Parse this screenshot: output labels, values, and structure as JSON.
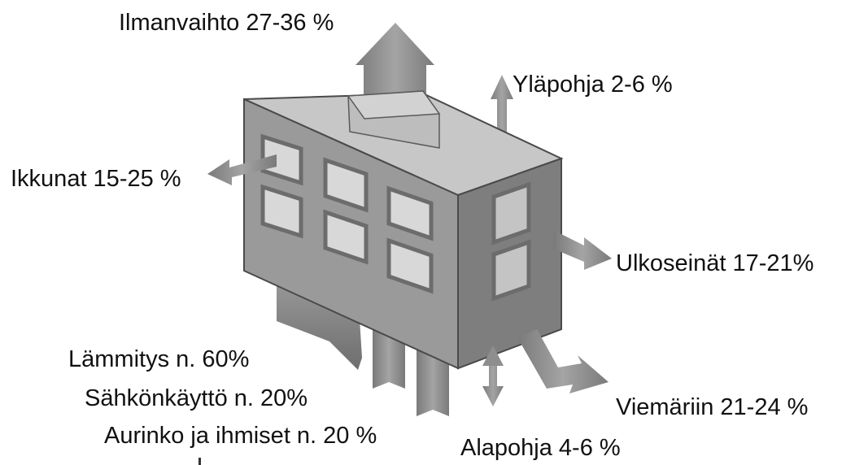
{
  "labels": {
    "ventilation": "Ilmanvaihto 27-36 %",
    "roof": "Yläpohja 2-6 %",
    "windows": "Ikkunat 15-25 %",
    "outer_walls": "Ulkoseinät 17-21%",
    "heating": "Lämmitys n. 60%",
    "electricity": "Sähkönkäyttö n. 20%",
    "sun_people": "Aurinko ja ihmiset n. 20 %",
    "sewer": "Viemäriin 21-24 %",
    "base_floor": "Alapohja 4-6 %"
  },
  "colors": {
    "arrow_fill": "#8a8a8a",
    "building_front": "#9a9a9a",
    "building_side": "#7e7e7e",
    "roof": "#c7c7c7",
    "window_frame": "#6c6c6c",
    "window_glass": "#d8d8d8"
  }
}
